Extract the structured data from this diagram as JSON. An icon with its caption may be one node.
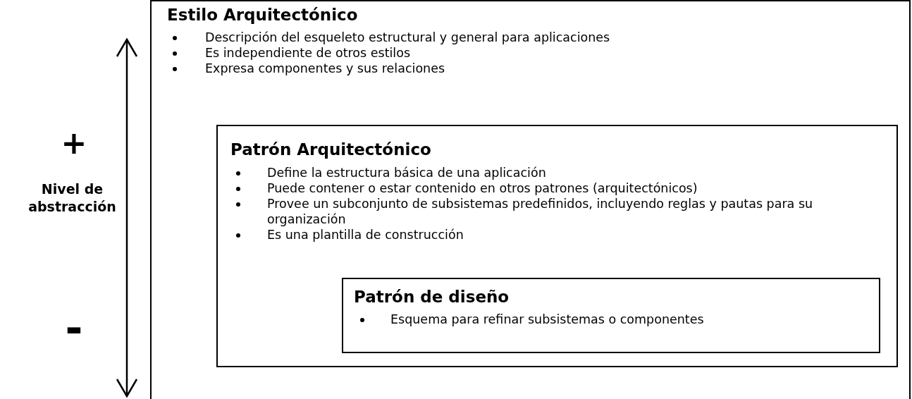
{
  "diagram": {
    "nodes": [
      {
        "text": [
          "Estilo Arquitectónico",
          "Descripción del esqueleto estructural y general para aplicaciones",
          "Es independiente de otros estilos",
          "Expresa componentes y sus relaciones"
        ]
      },
      {
        "text": [
          "Patrón Arquitectónico",
          "Define la estructura básica de una aplicación",
          "Puede contener o estar contenido en otros patrones (arquitectónicos)",
          "Provee un subconjunto de subsistemas predefinidos, incluyendo reglas y pautas para su organización",
          "Es una plantilla de construcción"
        ],
        "in": 0
      },
      {
        "text": [
          "Patrón de diseño",
          "Esquema para refinar subsistemas o componentes"
        ],
        "in": 1
      }
    ],
    "edges": [],
    "labels": [
      "+",
      "Nivel de abstracción",
      "-"
    ]
  }
}
